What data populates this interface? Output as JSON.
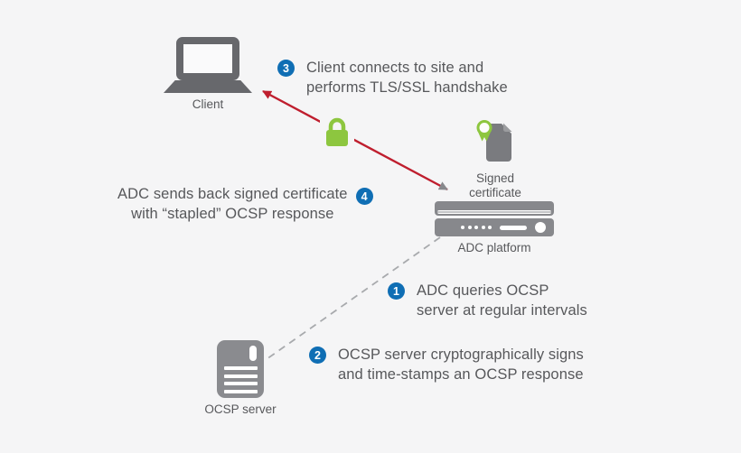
{
  "colors": {
    "background": "#f5f5f6",
    "icon_gray_dark": "#67686c",
    "icon_gray": "#87888c",
    "text_gray": "#57585b",
    "badge_blue": "#0f6eb4",
    "arrow_red": "#bf1e2e",
    "arrowhead_gray": "#87888c",
    "lock_green": "#8dc63f",
    "dashed_gray": "#a8aaad"
  },
  "icons": {
    "client": "laptop-icon",
    "signed_certificate": "certificate-award-icon",
    "adc_platform": "appliance-icon",
    "ocsp_server": "server-tower-icon",
    "lock": "padlock-icon"
  },
  "nodes": {
    "client": {
      "label": "Client"
    },
    "signed_certificate": {
      "label_line1": "Signed",
      "label_line2": "certificate"
    },
    "adc_platform": {
      "label": "ADC platform"
    },
    "ocsp_server": {
      "label": "OCSP server"
    }
  },
  "steps": [
    {
      "number": "1",
      "lines": [
        "ADC queries OCSP",
        "server at regular intervals"
      ]
    },
    {
      "number": "2",
      "lines": [
        "OCSP server cryptographically signs",
        "and time-stamps an OCSP response"
      ]
    },
    {
      "number": "3",
      "lines": [
        "Client connects to site and",
        "performs TLS/SSL handshake"
      ]
    },
    {
      "number": "4",
      "lines": [
        "ADC sends back signed certificate",
        "with “stapled” OCSP response"
      ]
    }
  ]
}
